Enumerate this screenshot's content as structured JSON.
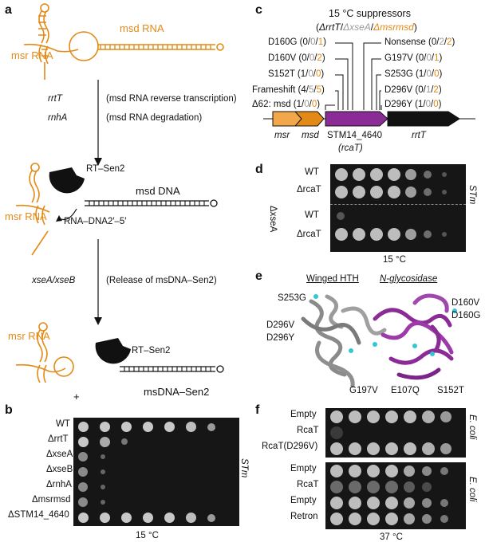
{
  "panels": {
    "a": {
      "letter": "a",
      "msd_rna": "msd RNA",
      "msr_rna": "msr RNA",
      "step1_gene1": "rrtT",
      "step1_desc1": "(msd RNA reverse transcription)",
      "step1_gene2": "rnhA",
      "step1_desc2": "(msd RNA degradation)",
      "rt_sen2": "RT–Sen2",
      "msd_dna": "msd DNA",
      "msr_rna2": "msr RNA",
      "rna_dna": "RNA–DNA2′–5′",
      "step2_gene": "xseA/xseB",
      "step2_desc": "(Release of msDNA–Sen2)",
      "msr_rna3": "msr RNA",
      "rt_sen2_b": "RT–Sen2",
      "plus": "+",
      "msdna_sen2": "msDNA–Sen2"
    },
    "b": {
      "letter": "b",
      "strains": [
        "WT",
        "ΔrrtT",
        "ΔxseA",
        "ΔxseB",
        "ΔrnhA",
        "Δmsrmsd",
        "ΔSTM14_4640"
      ],
      "organism": "STm",
      "temp": "15 °C"
    },
    "c": {
      "letter": "c",
      "title": "15 °C suppressors",
      "legend_open": "(",
      "legend_rrtT": "ΔrrtT",
      "legend_sep1": "/",
      "legend_xseA": "ΔxseA",
      "legend_sep2": "/",
      "legend_msrmsd": "Δmsrmsd",
      "legend_close": ")",
      "left_mutations": [
        {
          "name": "D160G",
          "c1": "0",
          "c2": "0",
          "c3": "1"
        },
        {
          "name": "D160V",
          "c1": "0",
          "c2": "0",
          "c3": "2"
        },
        {
          "name": "S152T",
          "c1": "1",
          "c2": "0",
          "c3": "0"
        },
        {
          "name": "Frameshift",
          "c1": "4",
          "c2": "5",
          "c3": "5"
        },
        {
          "name": "Δ62: msd",
          "c1": "1",
          "c2": "0",
          "c3": "0"
        }
      ],
      "right_mutations": [
        {
          "name": "Nonsense",
          "c1": "0",
          "c2": "2",
          "c3": "2"
        },
        {
          "name": "G197V",
          "c1": "0",
          "c2": "0",
          "c3": "1"
        },
        {
          "name": "S253G",
          "c1": "1",
          "c2": "0",
          "c3": "0"
        },
        {
          "name": "D296V",
          "c1": "0",
          "c2": "1",
          "c3": "2"
        },
        {
          "name": "D296Y",
          "c1": "1",
          "c2": "0",
          "c3": "0"
        }
      ],
      "gene_msr": "msr",
      "gene_msd": "msd",
      "gene_stm": "STM14_4640",
      "gene_rcat": "(rcaT)",
      "gene_rrtt": "rrtT",
      "colors": {
        "rrtT": "#111111",
        "xseA": "#9a9a9a",
        "msrmsd": "#e38a16",
        "stm": "#8a2b96"
      }
    },
    "d": {
      "letter": "d",
      "rows": [
        "WT",
        "ΔrcaT",
        "WT",
        "ΔrcaT"
      ],
      "group": "ΔxseA",
      "organism": "STm",
      "temp": "15 °C"
    },
    "e": {
      "letter": "e",
      "domain1": "Winged HTH",
      "domain2": "N-glycosidase",
      "sites": [
        "S253G",
        "D296V",
        "D296Y",
        "G197V",
        "E107Q",
        "S152T",
        "D160V",
        "D160G"
      ]
    },
    "f": {
      "letter": "f",
      "top_rows": [
        "Empty",
        "RcaT",
        "RcaT(D296V)"
      ],
      "bottom_rows": [
        "Empty",
        "RcaT",
        "Empty",
        "Retron"
      ],
      "organism": "E. coli",
      "temp": "37 °C"
    }
  }
}
